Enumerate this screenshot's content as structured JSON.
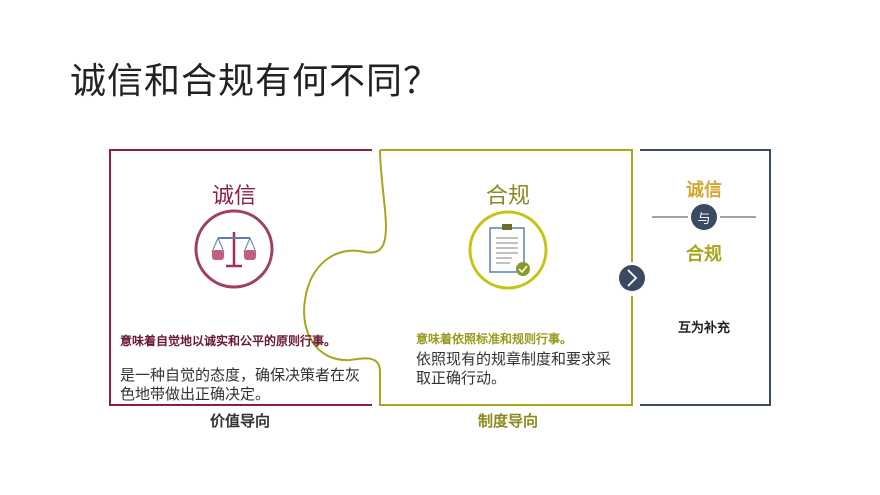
{
  "slide": {
    "title": "诚信和合规有何不同？"
  },
  "integrity": {
    "heading": "诚信",
    "icon": "scales-icon",
    "desc_bold": "意味着自觉地以诚实和公平的原则行事。",
    "desc": "是一种自觉的态度，确保决策者在灰色地带做出正确决定。",
    "footer": "价值导向",
    "color": "#8b1f45"
  },
  "compliance": {
    "heading": "合规",
    "icon": "clipboard-check-icon",
    "desc_bold": "意味着依照标准和规则行事。",
    "desc": "依照现有的规章制度和要求采取正确行动。",
    "footer": "制度导向",
    "color": "#a9a51e"
  },
  "summary": {
    "top": "诚信",
    "connector": "与",
    "bottom": "合规",
    "text": "互为补充",
    "color": "#3b4a63",
    "icon": "chevron-right-icon"
  }
}
